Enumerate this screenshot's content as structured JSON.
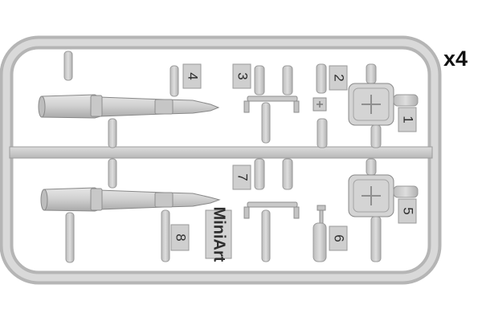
{
  "quantity_label": "x4",
  "part_numbers": {
    "p1": "1",
    "p2": "2",
    "p3": "3",
    "p4": "4",
    "p5": "5",
    "p6": "6",
    "p7": "7",
    "p8": "8"
  },
  "logo_text": "MiniArt",
  "colors": {
    "plastic": "#cfcfcf",
    "plastic_dark": "#a9a9a9",
    "outline": "#8a8a8a",
    "background": "#ffffff"
  }
}
